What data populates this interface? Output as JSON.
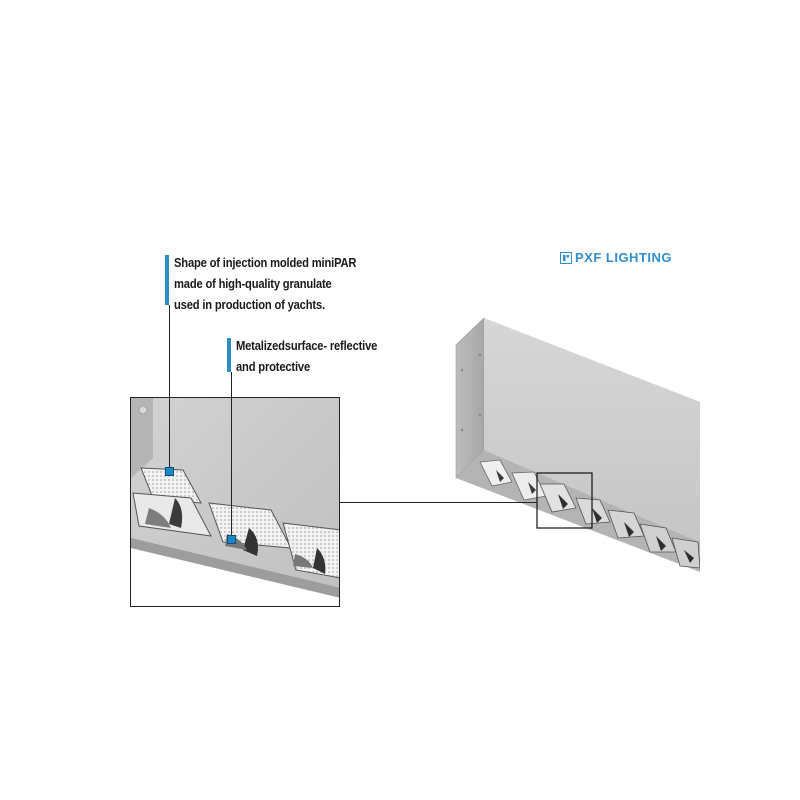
{
  "logo": {
    "text": "PXF LIGHTING",
    "color": "#2f8fcf"
  },
  "callouts": [
    {
      "lines": [
        "Shape of injection molded miniPAR",
        "made of high-quality granulate",
        "used in production of yachts."
      ]
    },
    {
      "lines": [
        "Metalizedsurface- reflective",
        "and protective"
      ]
    }
  ],
  "colors": {
    "accent": "#2a8fc6",
    "marker": "#1f86c8",
    "housing": "#c9c9c9"
  }
}
